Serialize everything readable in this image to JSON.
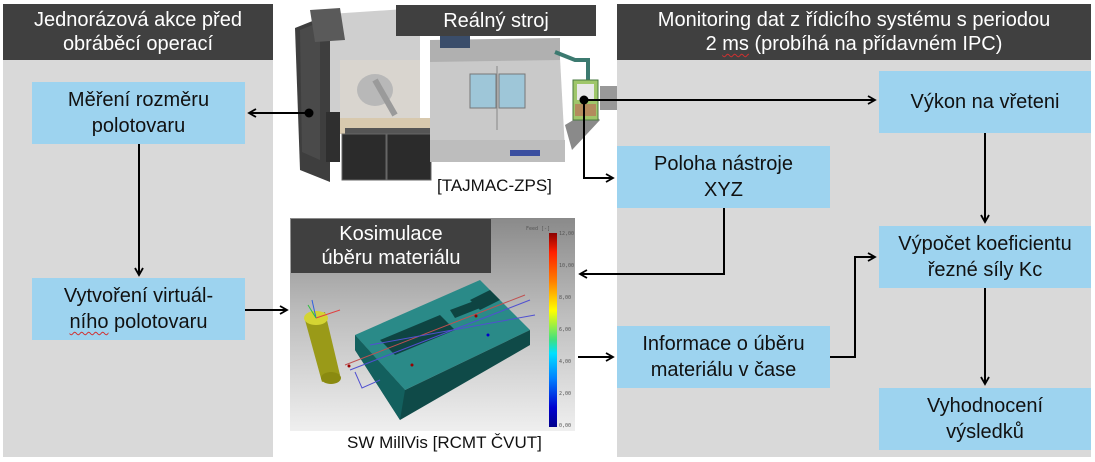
{
  "sections": {
    "left": {
      "header_line1": "Jednorázová akce před",
      "header_line2": "obráběcí operací"
    },
    "center_top": {
      "header": "Reálný stroj",
      "caption": "[TAJMAC-ZPS]",
      "image": "machine-tool-render"
    },
    "center_bottom": {
      "header_line1": "Kosimulace",
      "header_line2": "úběru materiálu",
      "caption": "SW MillVis [RCMT ČVUT]",
      "image": "material-removal-simulation",
      "colorbar_title": "Feed [-]",
      "colorbar_ticks": [
        "12,00",
        "10,00",
        "8,00",
        "6,00",
        "4,00",
        "2,00",
        "0,00"
      ]
    },
    "right": {
      "header_line1": "Monitoring dat z řídicího systému s periodou",
      "header_line2_pre": "2 ",
      "header_line2_spell": "ms",
      "header_line2_post": " (probíhá na přídavném IPC)"
    }
  },
  "boxes": {
    "mereni": {
      "line1": "Měření rozměru",
      "line2": "polotovaru"
    },
    "vytvoreni": {
      "line1": "Vytvoření virtuál-",
      "line2_spell": "ního",
      "line2_post": " polotovaru"
    },
    "vykon": {
      "line1": "Výkon na vřeteni"
    },
    "poloha": {
      "line1": "Poloha nástroje",
      "line2": "XYZ"
    },
    "vypocet": {
      "line1": "Výpočet koeficientu",
      "line2": "řezné síly Kc"
    },
    "informace": {
      "line1": "Informace o úběru",
      "line2": "materiálu v čase"
    },
    "vyhodnoceni": {
      "line1": "Vyhodnocení",
      "line2": "výsledků"
    }
  },
  "colors": {
    "panel_bg": "#d9d9d9",
    "header_bg": "#404040",
    "box_bg": "#9dd3ef",
    "arrow": "#000000"
  }
}
